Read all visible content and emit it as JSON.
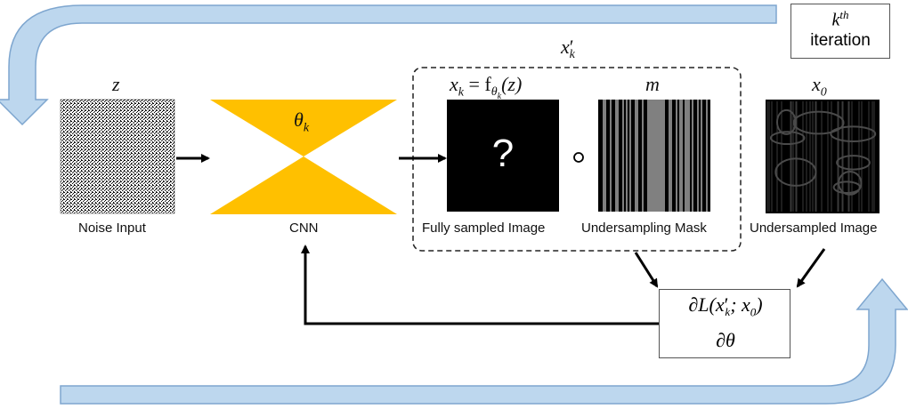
{
  "iteration": {
    "k": "k",
    "superscript": "th",
    "word": "iteration"
  },
  "noise": {
    "symbol": "z",
    "caption": "Noise Input"
  },
  "cnn": {
    "param": "θ",
    "param_sub": "k",
    "caption": "CNN"
  },
  "group": {
    "symbol": "x",
    "prime": "′",
    "sub": "k"
  },
  "full": {
    "formula_x": "x",
    "formula_x_sub": "k",
    "formula_eq": " = f",
    "formula_theta": "θ",
    "formula_theta_sub": "k",
    "formula_arg": "(z)",
    "question": "?",
    "caption": "Fully sampled Image"
  },
  "hadamard": "∘",
  "mask": {
    "symbol": "m",
    "caption": "Undersampling Mask"
  },
  "under": {
    "symbol": "x",
    "sub": "0",
    "caption": "Undersampled Image"
  },
  "loss": {
    "num_a": "∂L(x",
    "num_prime": "′",
    "num_sub": "k",
    "num_b": "; x",
    "num_sub2": "0",
    "num_c": ")",
    "den": "∂θ"
  },
  "colors": {
    "hourglass": "#FFC000",
    "cycle_arrow": "#BDD7EE",
    "cycle_outline": "#7EA6CF"
  }
}
